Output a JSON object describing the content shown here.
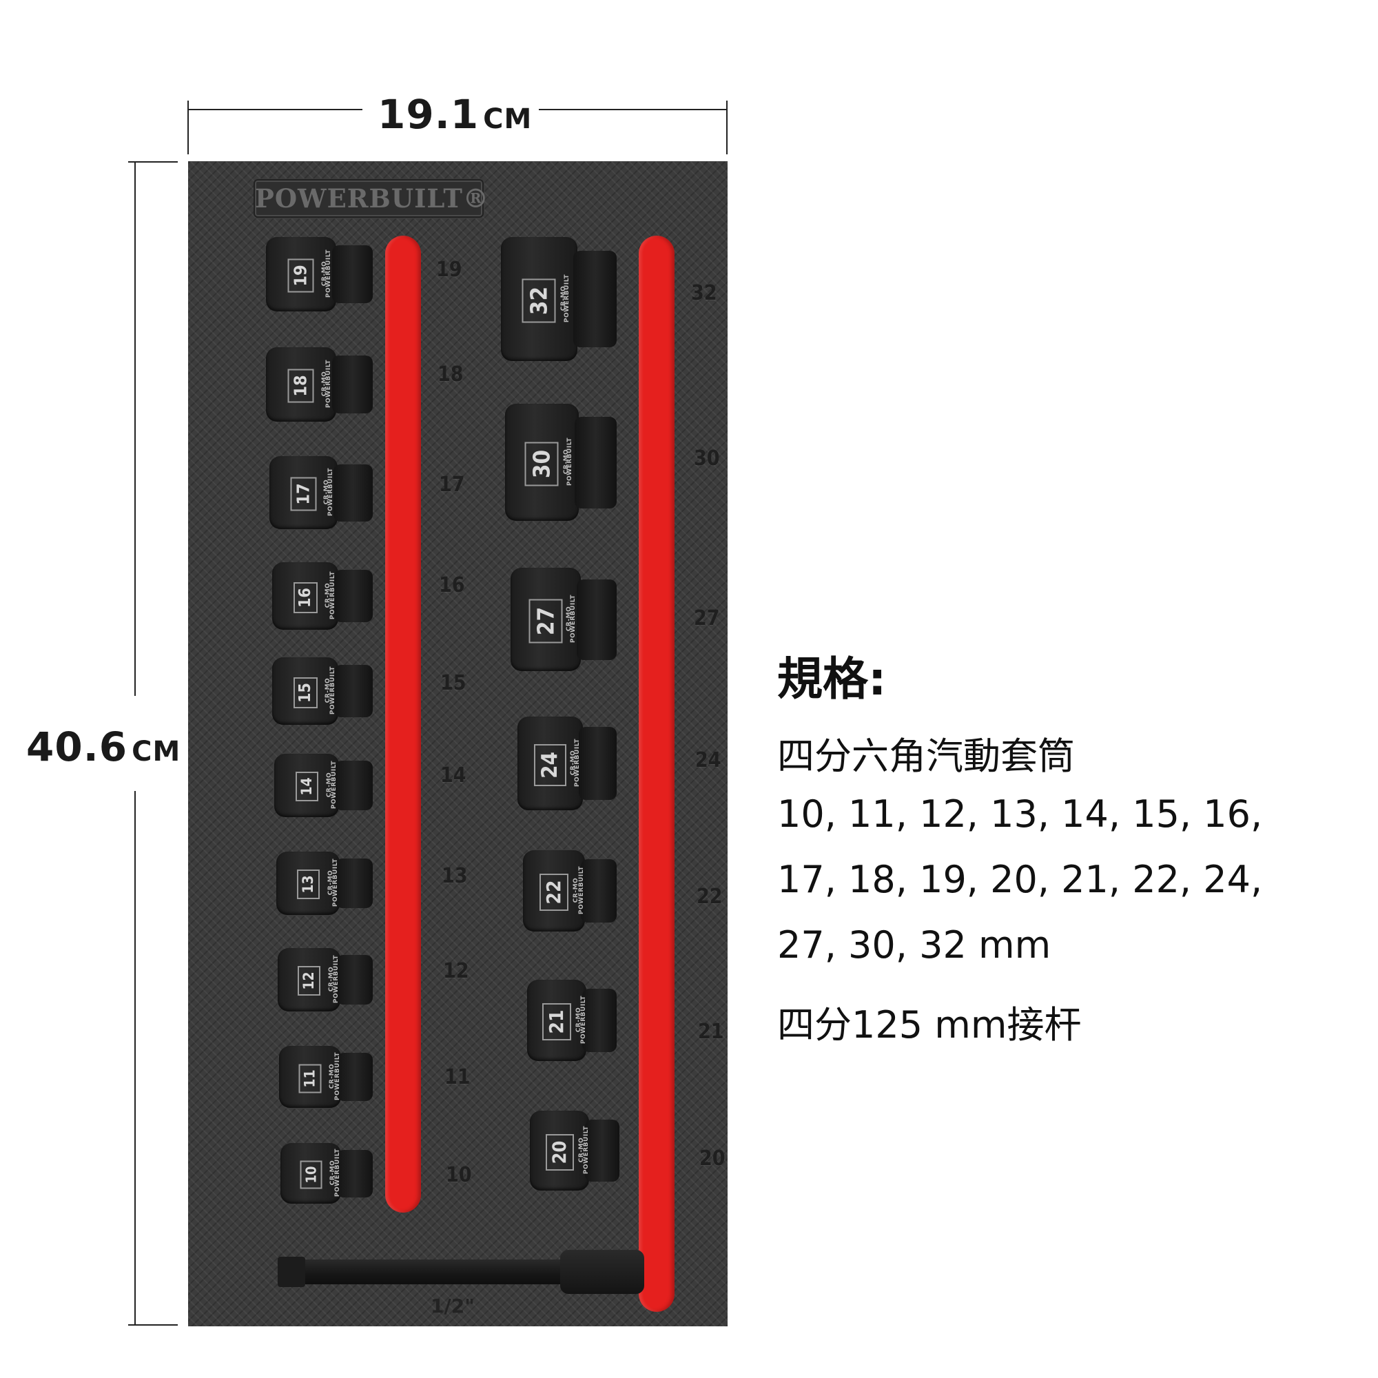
{
  "dimensions": {
    "width_value": "19.1",
    "height_value": "40.6",
    "unit": "CM"
  },
  "tray": {
    "brand": "POWERBUILT®"
  },
  "left_sockets": [
    "19",
    "18",
    "17",
    "16",
    "15",
    "14",
    "13",
    "12",
    "11",
    "10"
  ],
  "right_sockets": [
    "32",
    "30",
    "27",
    "24",
    "22",
    "21",
    "20"
  ],
  "socket_brand": "POWERBUILT",
  "socket_material": "CR-MO",
  "extension_label": "1/2\"",
  "spec": {
    "title": "規格:",
    "line1": "四分六角汽動套筒",
    "line2": "10, 11, 12, 13, 14, 15, 16,",
    "line3": "17, 18, 19, 20, 21, 22, 24,",
    "line4": "27, 30, 32 mm",
    "line5": "四分125 mm接杆"
  },
  "colors": {
    "rail": "#e5201e",
    "tray": "#3c3c3c"
  }
}
